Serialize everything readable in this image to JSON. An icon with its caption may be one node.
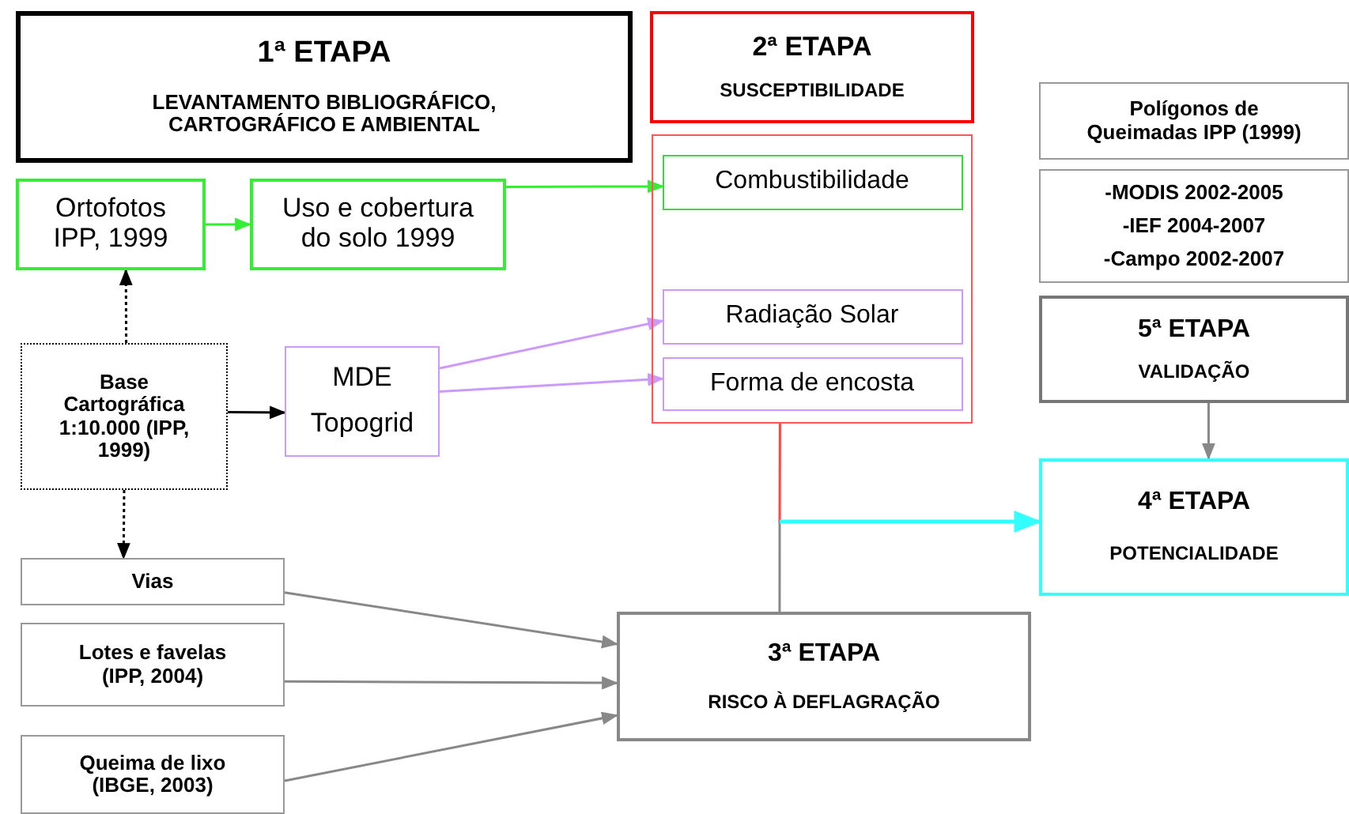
{
  "diagram": {
    "nodes": [
      {
        "text": [
          "1ª ETAPA",
          "LEVANTAMENTO BIBLIOGRÁFICO, CARTOGRÁFICO E AMBIENTAL"
        ]
      },
      {
        "text": [
          "2ª ETAPA",
          "SUSCEPTIBILIDADE"
        ]
      },
      {
        "text": [],
        "shape": "box"
      },
      {
        "text": [
          "Combustibilidade"
        ],
        "in": 2
      },
      {
        "text": [
          "Radiação Solar"
        ],
        "in": 2
      },
      {
        "text": [
          "Forma de encosta"
        ],
        "in": 2
      },
      {
        "text": [
          "Ortofotos IPP, 1999"
        ]
      },
      {
        "text": [
          "Uso e cobertura do solo 1999"
        ]
      },
      {
        "text": [
          "Base Cartográfica 1:10.000 (IPP, 1999)"
        ]
      },
      {
        "text": [
          "MDE",
          "Topogrid"
        ]
      },
      {
        "text": [
          "Polígonos de Queimadas IPP (1999)"
        ]
      },
      {
        "text": [
          "-MODIS 2002-2005",
          "-IEF 2004-2007",
          "-Campo 2002-2007"
        ]
      },
      {
        "text": [
          "5ª ETAPA",
          "VALIDAÇÃO"
        ]
      },
      {
        "text": [
          "4ª ETAPA",
          "POTENCIALIDADE"
        ]
      },
      {
        "text": [
          "Vias"
        ]
      },
      {
        "text": [
          "Lotes e favelas (IPP, 2004)"
        ]
      },
      {
        "text": [
          "Queima de lixo (IBGE, 2003)"
        ]
      },
      {
        "text": [
          "3ª ETAPA",
          "RISCO À DEFLAGRAÇÃO"
        ]
      }
    ],
    "edges": [
      {
        "from": 6,
        "to": 7,
        "arrow": "to",
        "color": "#33ee33"
      },
      {
        "from": 7,
        "to": 3,
        "arrow": "to",
        "color": "#33ee33"
      },
      {
        "from": 8,
        "to": 6,
        "arrow": "to",
        "style": "dashed",
        "color": "#000000"
      },
      {
        "from": 8,
        "to": 9,
        "arrow": "to",
        "color": "#000000"
      },
      {
        "from": 9,
        "to": 4,
        "arrow": "to",
        "color": "#cc99ff"
      },
      {
        "from": 9,
        "to": 5,
        "arrow": "to",
        "color": "#cc99ff"
      },
      {
        "from": 8,
        "to": 14,
        "arrow": "to",
        "style": "dashed",
        "color": "#000000"
      },
      {
        "from": 14,
        "to": 17,
        "arrow": "to"
      },
      {
        "from": 15,
        "to": 17,
        "arrow": "to"
      },
      {
        "from": 16,
        "to": 17,
        "arrow": "to"
      },
      {
        "from": 2,
        "to": 13,
        "arrow": "to",
        "color": "#ff4444"
      },
      {
        "from": 17,
        "to": 13,
        "arrow": "to"
      },
      {
        "from": 12,
        "to": 13,
        "arrow": "to"
      }
    ]
  }
}
